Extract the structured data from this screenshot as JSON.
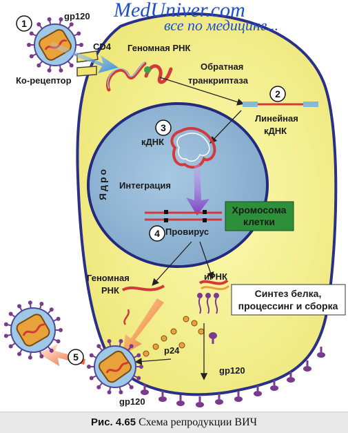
{
  "watermark": {
    "site": "MedUniver.com",
    "tagline": "все по медицине..."
  },
  "labels": {
    "gp120_top": "gp120",
    "cd4": "CD4",
    "coreceptor": "Ко-рецептор",
    "genomic_rna_top": "Геномная РНК",
    "rt_line1": "Обратная",
    "rt_line2": "транкриптаза",
    "linear_line1": "Линейная",
    "linear_line2": "кДНК",
    "cdna": "кДНК",
    "nucleus": "Ядро",
    "integration": "Интеграция",
    "chromosome_line1": "Хромосома",
    "chromosome_line2": "клетки",
    "provirus": "Провирус",
    "genomic_rna_bottom_line1": "Геномная",
    "genomic_rna_bottom_line2": "РНК",
    "mrna": "иРНК",
    "synthesis_line1": "Синтез белка,",
    "synthesis_line2": "процессинг и сборка",
    "p24": "p24",
    "gp120_mid": "gp120",
    "gp120_bottom": "gp120"
  },
  "steps": [
    "1",
    "2",
    "3",
    "4",
    "5"
  ],
  "caption": {
    "figure": "Рис. 4.65",
    "text": "Схема репродукции ВИЧ"
  },
  "colors": {
    "cell_fill": "#f3f08a",
    "cell_border": "#2a2f8a",
    "nucleus_fill": "#8fb6d6",
    "virion_fill": "#9fc7e6",
    "capsid_fill": "#e8a23a",
    "rna": "#d23a3a",
    "dna_blue": "#87b8d4",
    "spike": "#7a3b8f",
    "chromosome_box": "#2e8f3a",
    "arrow_purple": "#8a56c8",
    "arrow_orange": "#f06a2a"
  }
}
